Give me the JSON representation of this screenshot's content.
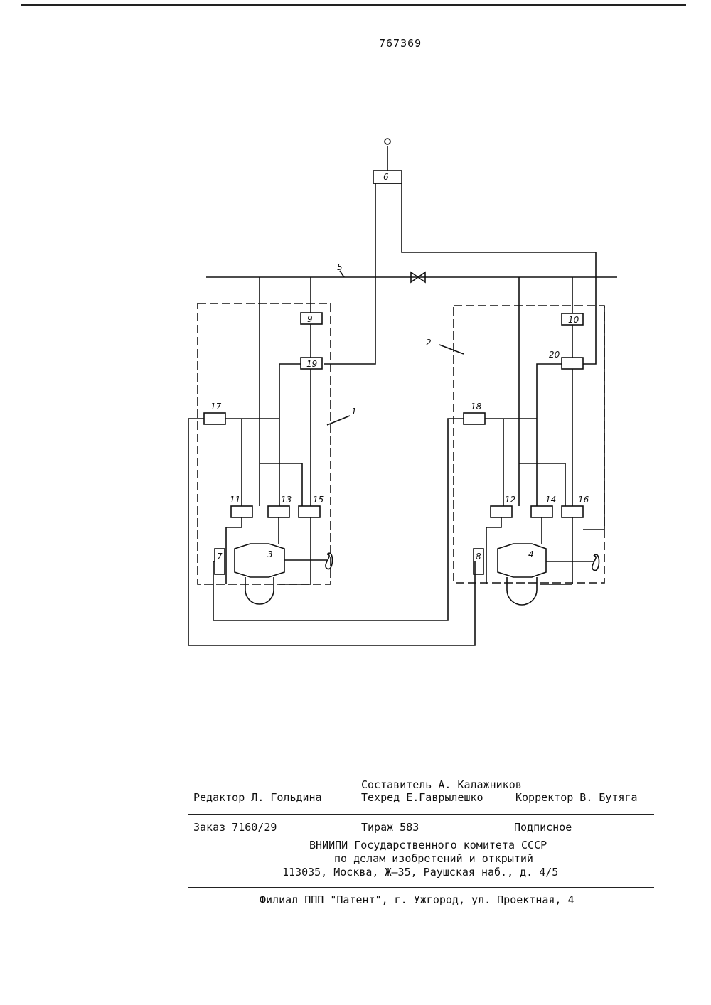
{
  "header": {
    "patent_number": "767369"
  },
  "figure": {
    "labels": {
      "l1": "1",
      "l2": "2",
      "l3": "3",
      "l4": "4",
      "l5": "5",
      "l6": "6",
      "l7": "7",
      "l8": "8",
      "l9": "9",
      "l10": "10",
      "l11": "11",
      "l12": "12",
      "l13": "13",
      "l14": "14",
      "l15": "15",
      "l16": "16",
      "l17": "17",
      "l18": "18",
      "l19": "19",
      "l20": "20"
    }
  },
  "footer": {
    "compiler": "Составитель А. Калажников",
    "editor": "Редактор Л. Гольдина",
    "techred": "Техред Е.Гаврылешко",
    "corrector": "Корректор В. Бутяга",
    "order": "Заказ 7160/29",
    "circulation": "Тираж 583",
    "subscription": "Подписное",
    "org_line1": "ВНИИПИ Государственного комитета СССР",
    "org_line2": "по делам изобретений и открытий",
    "org_address": "113035, Москва, Ж—35, Раушская наб., д. 4/5",
    "branch": "Филиал ППП \"Патент\", г. Ужгород, ул. Проектная, 4"
  }
}
